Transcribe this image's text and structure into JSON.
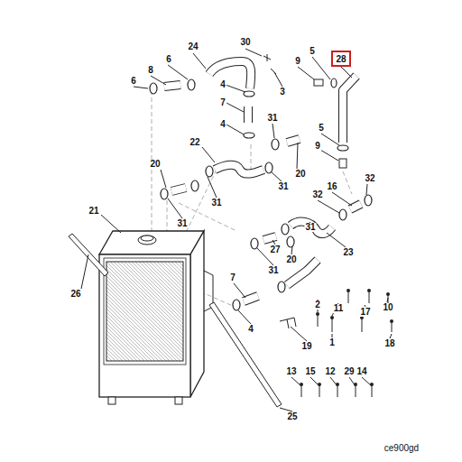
{
  "diagram": {
    "nodes": [
      {
        "text": [
          "28"
        ]
      }
    ],
    "labels": [
      "30",
      "24",
      "5",
      "9",
      "6",
      "8",
      "6",
      "3",
      "4",
      "7",
      "4",
      "31",
      "5",
      "9",
      "22",
      "20",
      "20",
      "31",
      "32",
      "16",
      "32",
      "31",
      "31",
      "21",
      "31",
      "27",
      "23",
      "20",
      "31",
      "26",
      "7",
      "2",
      "11",
      "17",
      "10",
      "4",
      "19",
      "1",
      "18",
      "13",
      "15",
      "12",
      "29",
      "14",
      "25",
      "ce900gd"
    ]
  }
}
